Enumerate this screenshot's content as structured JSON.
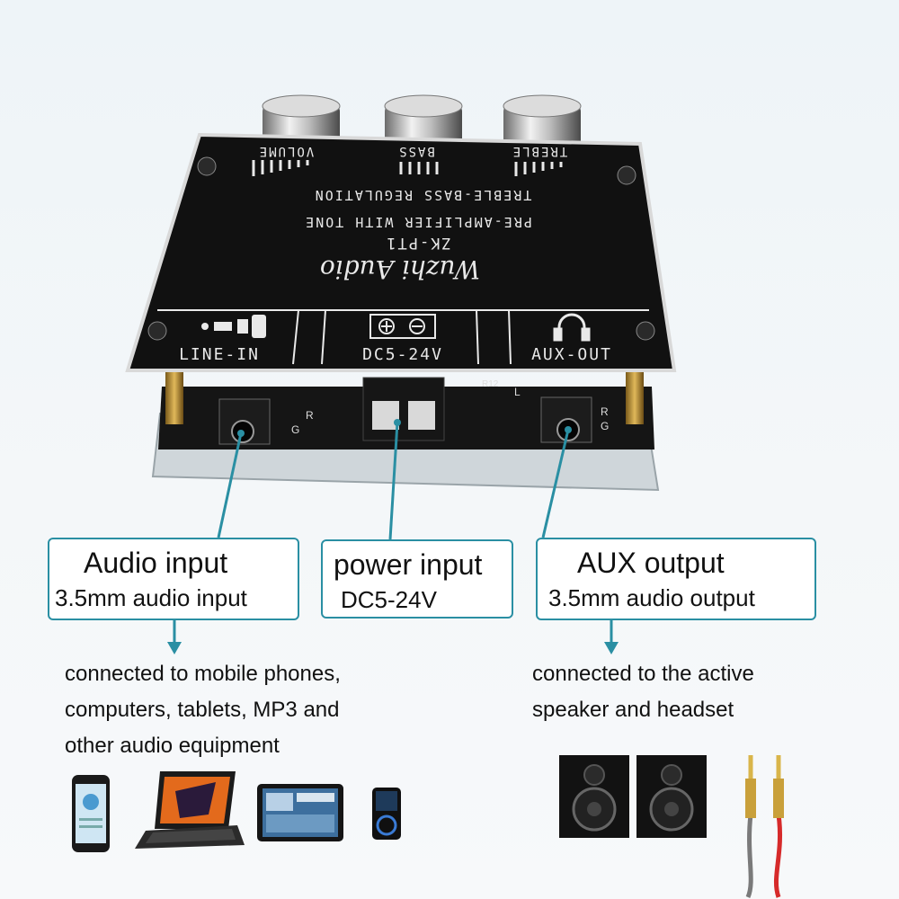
{
  "board": {
    "knob_labels": [
      "VOLUME",
      "BASS",
      "TREBLE"
    ],
    "line1": "TREBLE-BASS  REGULATION",
    "line2": "PRE-AMPLIFIER WITH TONE",
    "model": "ZK-PT1",
    "brand": "Wuzhi Audio",
    "ports": [
      "LINE-IN",
      "DC5-24V",
      "AUX-OUT"
    ],
    "silkscreen": [
      "R",
      "G",
      "L",
      "R",
      "G",
      "R12"
    ]
  },
  "callouts": {
    "audio_input": {
      "title": "Audio input",
      "sub": "3.5mm audio input"
    },
    "power_input": {
      "title": "power input",
      "sub": "DC5-24V"
    },
    "aux_output": {
      "title": "AUX output",
      "sub": "3.5mm audio output"
    }
  },
  "descriptions": {
    "input_lines": [
      "connected to mobile phones,",
      "computers, tablets, MP3 and",
      "other audio equipment"
    ],
    "output_lines": [
      "connected to the active",
      "speaker and headset"
    ]
  },
  "colors": {
    "accent": "#2a8fa3",
    "board": "#111111",
    "acrylic": "#d8dde0"
  },
  "icons": [
    "smartphone-icon",
    "laptop-icon",
    "tablet-icon",
    "mp3-player-icon",
    "speaker-icon",
    "speaker-icon",
    "audio-cable-icon"
  ]
}
